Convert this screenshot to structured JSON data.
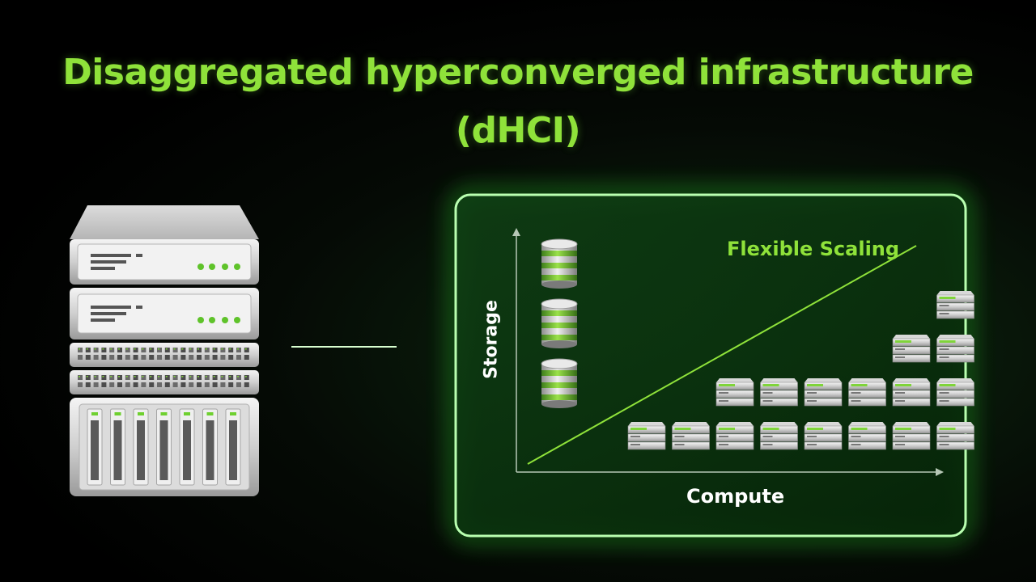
{
  "title": {
    "line1": "Disaggregated hyperconverged infrastructure",
    "line2": "(dHCI)"
  },
  "diagram": {
    "y_axis_label": "Storage",
    "x_axis_label": "Compute",
    "trend_label": "Flexible Scaling",
    "storage_units": 3,
    "compute_columns": [
      1,
      1,
      2,
      2,
      2,
      2,
      3,
      4
    ]
  },
  "colors": {
    "accent_green": "#8fe23a",
    "neon_green": "#3dff3d",
    "background": "#000000"
  },
  "icons": {
    "server_rack": "server-rack-icon",
    "storage": "database-icon",
    "compute": "server-unit-icon"
  }
}
